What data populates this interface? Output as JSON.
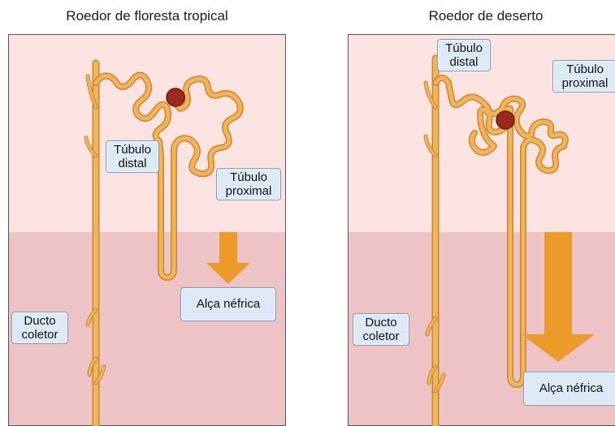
{
  "panels": [
    {
      "title": "Roedor de floresta tropical",
      "labels": {
        "distal_tubule": "Túbulo distal",
        "proximal_tubule": "Túbulo proximal",
        "loop": "Alça néfrica",
        "collecting_duct": "Ducto coletor"
      }
    },
    {
      "title": "Roedor de deserto",
      "labels": {
        "distal_tubule": "Túbulo distal",
        "proximal_tubule": "Túbulo proximal",
        "loop": "Alça néfrica",
        "collecting_duct": "Ducto coletor"
      }
    }
  ],
  "colors": {
    "cortex": "#fbe3e1",
    "medulla": "#eec3c5",
    "tubule": "#f0b45a",
    "tubule_outline": "#c9862e",
    "arrow": "#ec9a2a",
    "glomerulus": "#9b2a1e"
  }
}
